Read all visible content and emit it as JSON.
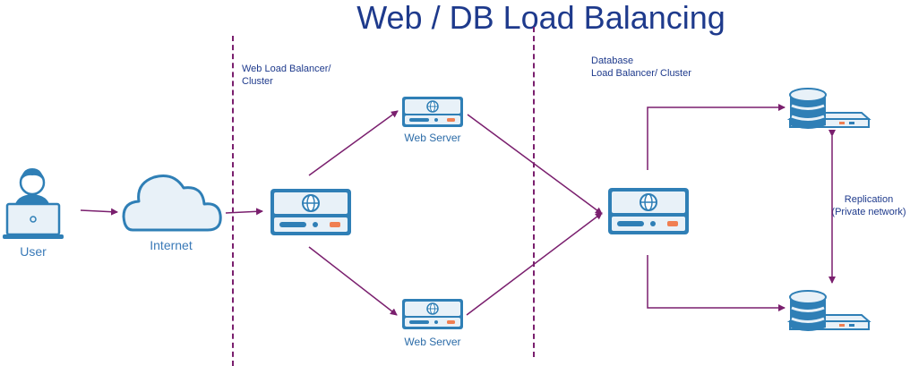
{
  "title": "Web / DB Load Balancing",
  "zones": {
    "web_lb": "Web Load Balancer/\nCluster",
    "db_lb": "Database\nLoad Balancer/ Cluster"
  },
  "nodes": {
    "user": "User",
    "internet": "Internet",
    "web_server_top": "Web Server",
    "web_server_bottom": "Web Server"
  },
  "replication": "Replication\n(Private network)",
  "colors": {
    "arrow": "#7a1f6e",
    "server_body": "#2f7fb6",
    "server_light": "#e8f1f8",
    "accent": "#f07f52",
    "title": "#1e3a8c"
  }
}
